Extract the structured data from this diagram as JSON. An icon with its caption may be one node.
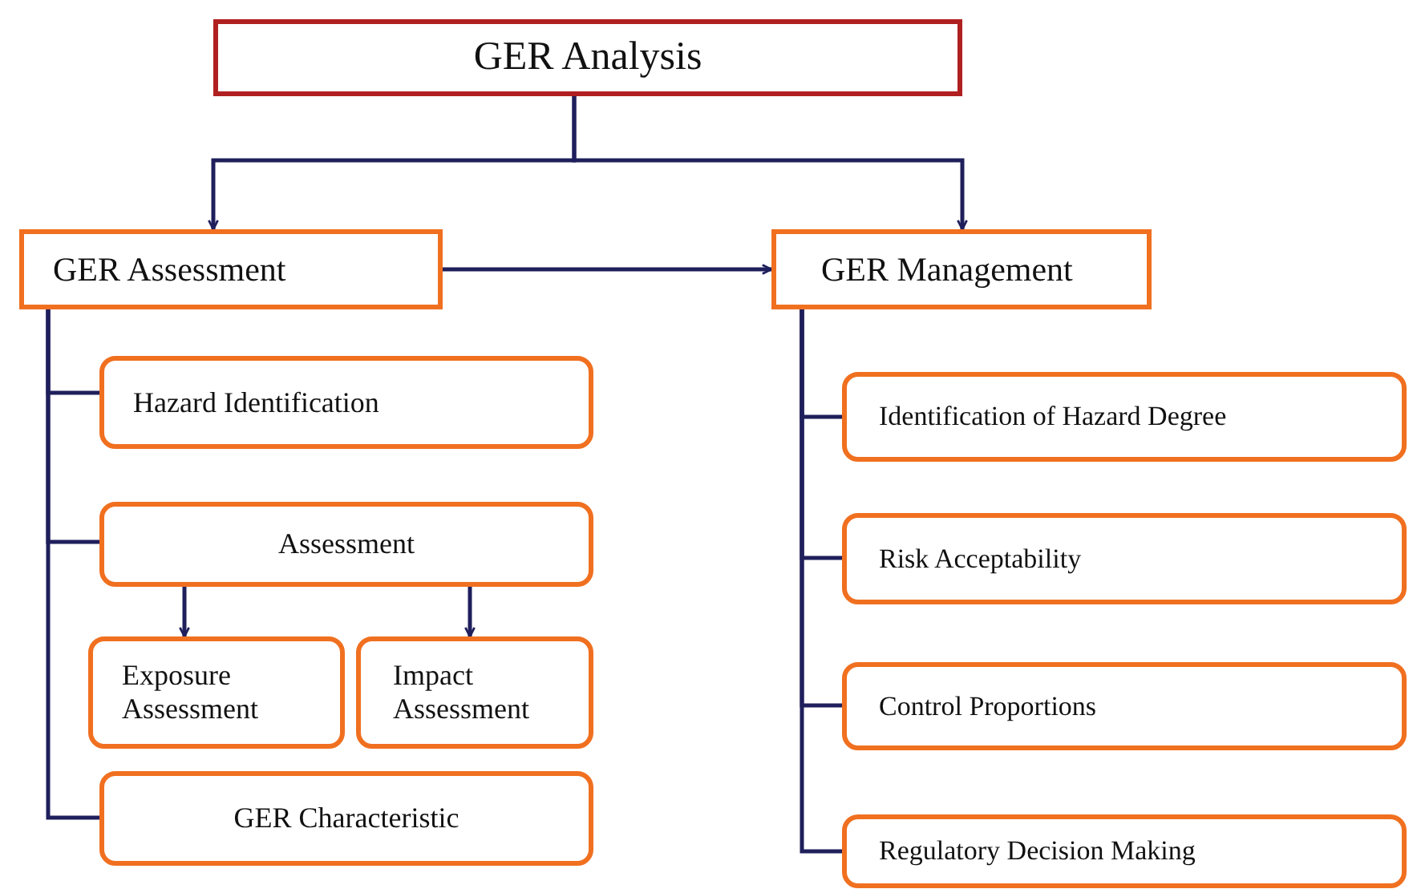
{
  "diagram": {
    "nodes": [
      {
        "text": [
          "GER Analysis"
        ]
      },
      {
        "text": [
          "GER Assessment"
        ]
      },
      {
        "text": [
          "GER Management"
        ]
      },
      {
        "text": [
          "Hazard Identification"
        ]
      },
      {
        "text": [
          "Assessment"
        ]
      },
      {
        "text": [
          "Exposure Assessment"
        ]
      },
      {
        "text": [
          "Impact Assessment"
        ]
      },
      {
        "text": [
          "GER Characteristic"
        ]
      },
      {
        "text": [
          "Identification of Hazard Degree"
        ]
      },
      {
        "text": [
          "Risk Acceptability"
        ]
      },
      {
        "text": [
          "Control Proportions"
        ]
      },
      {
        "text": [
          "Regulatory Decision Making"
        ]
      }
    ],
    "edges": [
      {
        "from": 0,
        "to": 1,
        "arrow": "to"
      },
      {
        "from": 0,
        "to": 2,
        "arrow": "to"
      },
      {
        "from": 1,
        "to": 2,
        "arrow": "to"
      },
      {
        "from": 1,
        "to": 3,
        "arrow": "none"
      },
      {
        "from": 1,
        "to": 4,
        "arrow": "none"
      },
      {
        "from": 1,
        "to": 7,
        "arrow": "none"
      },
      {
        "from": 4,
        "to": 5,
        "arrow": "to"
      },
      {
        "from": 4,
        "to": 6,
        "arrow": "to"
      },
      {
        "from": 2,
        "to": 8,
        "arrow": "none"
      },
      {
        "from": 2,
        "to": 9,
        "arrow": "none"
      },
      {
        "from": 2,
        "to": 10,
        "arrow": "none"
      },
      {
        "from": 2,
        "to": 11,
        "arrow": "none"
      }
    ]
  }
}
